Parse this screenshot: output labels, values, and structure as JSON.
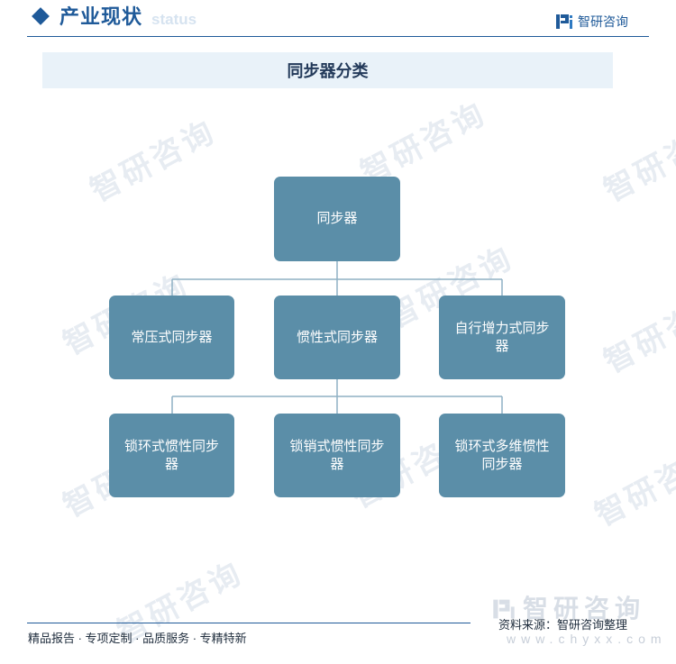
{
  "header": {
    "title": "产业现状",
    "subtitle": "status",
    "brand": "智研咨询",
    "icons": {
      "logo": "brand-logo-icon",
      "marker": "diamond-icon"
    }
  },
  "diagram": {
    "title": "同步器分类",
    "root": {
      "label": "同步器"
    },
    "level1": [
      {
        "label": "常压式同步器"
      },
      {
        "label": "惯性式同步器"
      },
      {
        "label": "自行增力式同步器"
      }
    ],
    "level2": [
      {
        "label": "锁环式惯性同步器"
      },
      {
        "label": "锁销式惯性同步器"
      },
      {
        "label": "锁环式多维惯性同步器"
      }
    ]
  },
  "footer": {
    "services": "精品报告 · 专项定制 · 品质服务 · 专精特新",
    "source": "资料来源：智研咨询整理",
    "watermark_brand": "智研咨询",
    "watermark_url": "www.chyxx.com"
  },
  "colors": {
    "accent": "#1f5a99",
    "node": "#5b8ea8",
    "connector": "#8fb1c4",
    "title_bar": "#e9f2f9"
  }
}
